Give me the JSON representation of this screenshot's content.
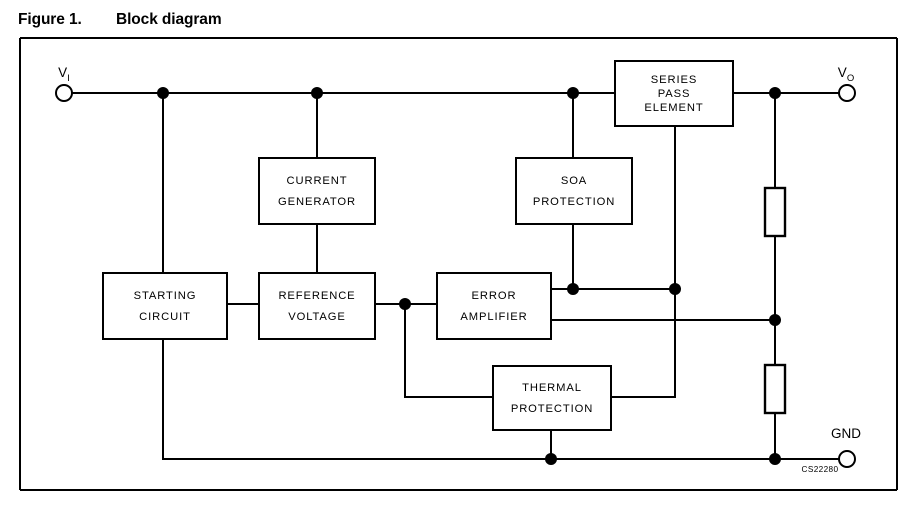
{
  "figure": {
    "number": "Figure 1.",
    "title": "Block diagram"
  },
  "diagram": {
    "frame_color": "#000000",
    "line_color": "#000000",
    "background": "#ffffff",
    "watermark": "CS22280",
    "terminals": [
      {
        "id": "vi",
        "label": "V",
        "subscript": "I",
        "type": "open-circle"
      },
      {
        "id": "vo",
        "label": "V",
        "subscript": "O",
        "type": "open-circle"
      },
      {
        "id": "gnd",
        "label": "GND",
        "subscript": "",
        "type": "open-circle"
      }
    ],
    "blocks": [
      {
        "id": "series-pass-element",
        "lines": [
          "SERIES",
          "PASS",
          "ELEMENT"
        ]
      },
      {
        "id": "current-generator",
        "lines": [
          "CURRENT",
          "GENERATOR"
        ]
      },
      {
        "id": "soa-protection",
        "lines": [
          "SOA",
          "PROTECTION"
        ]
      },
      {
        "id": "starting-circuit",
        "lines": [
          "STARTING",
          "CIRCUIT"
        ]
      },
      {
        "id": "reference-voltage",
        "lines": [
          "REFERENCE",
          "VOLTAGE"
        ]
      },
      {
        "id": "error-amplifier",
        "lines": [
          "ERROR",
          "AMPLIFIER"
        ]
      },
      {
        "id": "thermal-protection",
        "lines": [
          "THERMAL",
          "PROTECTION"
        ]
      }
    ],
    "components": [
      {
        "id": "resistor-upper",
        "type": "resistor"
      },
      {
        "id": "resistor-lower",
        "type": "resistor"
      }
    ]
  }
}
